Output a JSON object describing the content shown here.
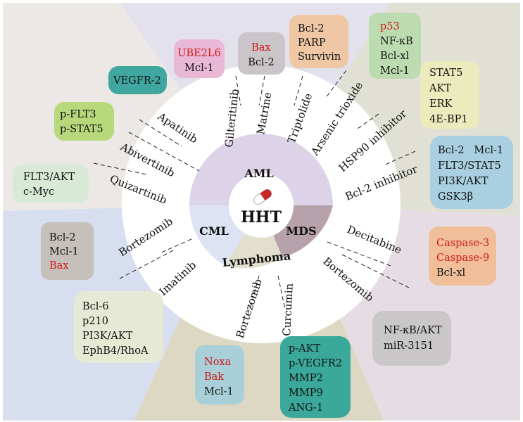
{
  "center": {
    "label": "HHT",
    "icon": "capsule-icon",
    "icon_colors": [
      "#c62828",
      "#ffffff"
    ]
  },
  "sections": {
    "aml": {
      "label": "AML",
      "color": "#dcd3e8"
    },
    "mds": {
      "label": "MDS",
      "color": "#b7a1ab"
    },
    "cml": {
      "label": "CML",
      "color": "#dde3f2"
    },
    "lymphoma": {
      "label": "Lymphoma",
      "color": "#e3dfcf"
    }
  },
  "drugs": {
    "gilteritinib": "Gilteritinib",
    "matrine": "Matrine",
    "triptolide": "Triptolide",
    "arsenic_trioxide": "Arsenic trioxide",
    "hsp90_inhibitor": "HSP90 inhibitor",
    "bcl2_inhibitor": "Bcl-2 inhibitor",
    "apatinib": "Apatinib",
    "abivertinib": "Abivertinib",
    "quizartinib": "Quizartinib",
    "decitabine": "Decitabine",
    "bortezomib_mds": "Bortezomib",
    "bortezomib_cml": "Bortezomib",
    "imatinib": "Imatinib",
    "bortezomib_lymphoma": "Bortezomib",
    "curcumin": "Curcumin"
  },
  "boxes": {
    "ube2l6": {
      "lines": [
        "UBE2L6",
        "Mcl-1"
      ],
      "red": [
        true,
        false
      ],
      "color": "#e9b8d6"
    },
    "bax_bcl2": {
      "lines": [
        "Bax",
        "Bcl-2"
      ],
      "red": [
        true,
        false
      ],
      "color": "#c9c5c8"
    },
    "bcl2_parp": {
      "lines": [
        "Bcl-2",
        "PARP",
        "Survivin"
      ],
      "red": [
        false,
        false,
        false
      ],
      "color": "#efc7a4"
    },
    "p53": {
      "lines": [
        "p53",
        "NF-κB",
        "Bcl-xl",
        "Mcl-1"
      ],
      "red": [
        true,
        false,
        false,
        false
      ],
      "color": "#bddbb0"
    },
    "stat5": {
      "lines": [
        "STAT5",
        "AKT",
        "ERK",
        "4E-BP1"
      ],
      "red": [
        false,
        false,
        false,
        false
      ],
      "color": "#ecebbd"
    },
    "bcl2_mcl1": {
      "lines": [
        "Bcl-2   Mcl-1",
        "FLT3/STAT5",
        "PI3K/AKT",
        "GSK3β"
      ],
      "red": [
        false,
        false,
        false,
        false
      ],
      "color": "#a9cfe0"
    },
    "vegfr2": {
      "lines": [
        "VEGFR-2"
      ],
      "red": [
        false
      ],
      "color": "#3fa7a0"
    },
    "pflt3": {
      "lines": [
        "p-FLT3",
        "p-STAT5"
      ],
      "red": [
        false,
        false
      ],
      "color": "#b7d97c"
    },
    "flt3akt": {
      "lines": [
        "FLT3/AKT",
        "c-Myc"
      ],
      "red": [
        false,
        false
      ],
      "color": "#d8ead6"
    },
    "caspase": {
      "lines": [
        "Caspase-3",
        "Caspase-9",
        "Bcl-xl"
      ],
      "red": [
        true,
        true,
        false
      ],
      "color": "#f0bf9a"
    },
    "nfkb": {
      "lines": [
        "NF-κB/AKT",
        "miR-3151"
      ],
      "red": [
        false,
        false
      ],
      "color": "#c9c7c7"
    },
    "bcl2_bax": {
      "lines": [
        "Bcl-2",
        "Mcl-1",
        "Bax"
      ],
      "red": [
        false,
        false,
        true
      ],
      "color": "#c6c0bb"
    },
    "bcl6": {
      "lines": [
        "Bcl-6",
        "p210",
        "PI3K/AKT",
        "EphB4/RhoA"
      ],
      "red": [
        false,
        false,
        false,
        false
      ],
      "color": "#e6e9d4"
    },
    "noxa": {
      "lines": [
        "Noxa",
        "Bak",
        "Mcl-1"
      ],
      "red": [
        true,
        true,
        false
      ],
      "color": "#a9cfd9"
    },
    "pakt": {
      "lines": [
        "p-AKT",
        "p-VEGFR2",
        "MMP2",
        "MMP9",
        "ANG-1"
      ],
      "red": [
        false,
        false,
        false,
        false,
        false
      ],
      "color": "#3aa89a"
    }
  },
  "background_colors": {
    "top_left": "#ece8e5",
    "top_middle": "#e2e1ec",
    "top_right": "#e0e0d5",
    "bottom_left": "#d7deef",
    "bottom_middle": "#ddd8c4",
    "bottom_right": "#e6dde4"
  }
}
